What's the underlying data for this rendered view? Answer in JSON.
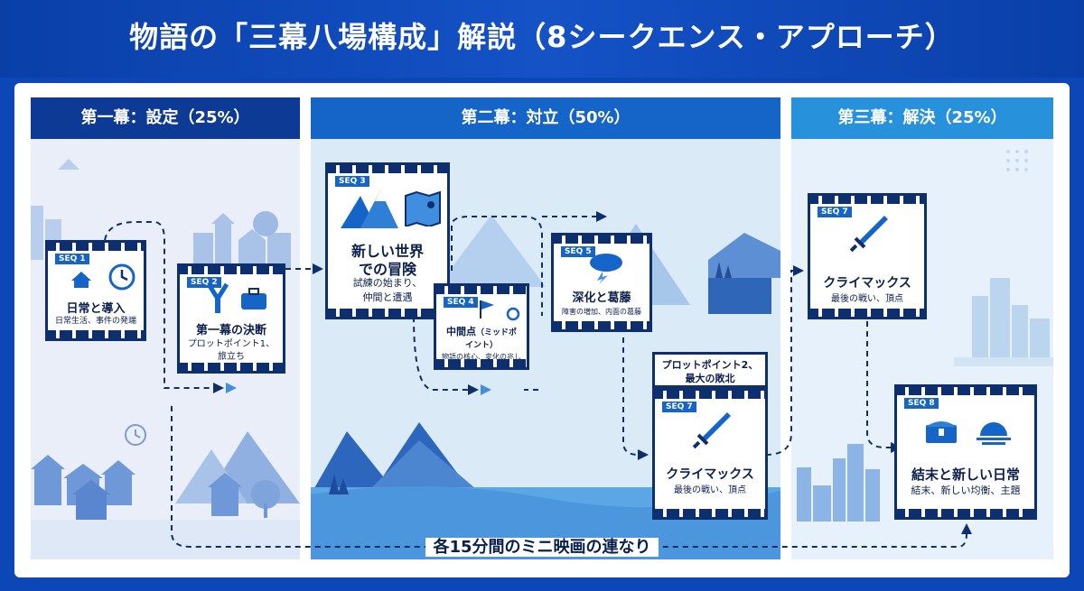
{
  "title": "物語の「三幕八場構成」解説（8シークエンス・アプローチ）",
  "acts": [
    {
      "label": "第一幕：設定（25%）",
      "color": "#0d3a94"
    },
    {
      "label": "第二幕：対立（50%）",
      "color": "#1565c8"
    },
    {
      "label": "第三幕：解決（25%）",
      "color": "#2891dc"
    }
  ],
  "cards": {
    "seq1": {
      "badge": "SEQ 1",
      "title": "日常と導入",
      "subtitle": "日常生活、事件の発端",
      "icons": [
        "house-icon",
        "clock-icon"
      ]
    },
    "seq2": {
      "badge": "SEQ 2",
      "title": "第一幕の決断",
      "subtitle": "プロットポイント1、",
      "subtitle2": "旅立ち",
      "icons": [
        "fork-road-icon",
        "suitcase-icon"
      ]
    },
    "seq3": {
      "badge": "SEQ 3",
      "title": "新しい世界",
      "title2": "での冒険",
      "subtitle": "試練の始まり、",
      "subtitle2": "仲間と遭遇",
      "icons": [
        "mountain-icon",
        "map-icon"
      ]
    },
    "seq4": {
      "badge": "SEQ 4",
      "title": "中間点",
      "title_note": "（ミッドポ",
      "title_note2": "イント）",
      "subtitle": "物語の核心、変化の兆し",
      "icons": [
        "flag-icon",
        "cycle-arrows-icon"
      ]
    },
    "seq5": {
      "badge": "SEQ 5",
      "title": "深化と葛藤",
      "subtitle": "障害の増加、内面の葛藤",
      "icons": [
        "storm-cloud-icon"
      ]
    },
    "plot2": {
      "line1": "プロットポイント2、",
      "line2": "最大の敗北"
    },
    "seq7a": {
      "badge": "SEQ 7",
      "title": "クライマックス",
      "subtitle": "最後の戦い、頂点",
      "icons": [
        "sword-icon"
      ]
    },
    "seq7b": {
      "badge": "SEQ 7",
      "title": "クライマックス",
      "subtitle": "最後の戦い、頂点",
      "icons": [
        "sword-icon"
      ]
    },
    "seq8": {
      "badge": "SEQ 8",
      "title": "結末と新しい日常",
      "subtitle": "結末、新しい均衡、主題",
      "icons": [
        "treasure-chest-icon",
        "sunrise-icon"
      ]
    }
  },
  "footer_label": "各15分間のミニ映画の連なり",
  "colors": {
    "dark_navy": "#0d2f6e",
    "act1": "#0d3a94",
    "act2": "#1565c8",
    "act3": "#2891dc"
  }
}
